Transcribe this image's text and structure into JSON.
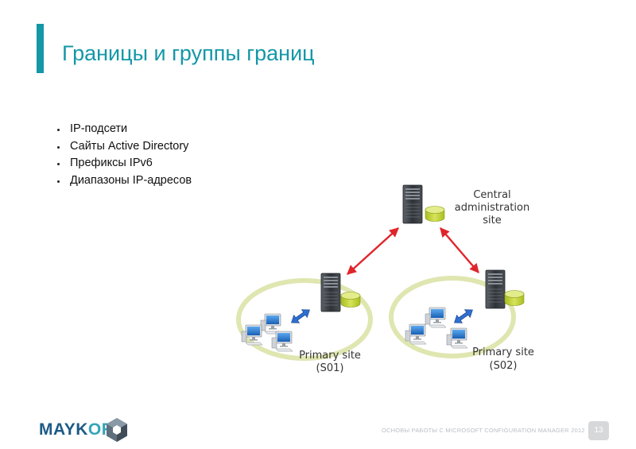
{
  "slide": {
    "title": "Границы и группы границ",
    "bullets": [
      "IP-подсети",
      "Сайты Active Directory",
      "Префиксы IPv6",
      "Диапазоны IP-адресов"
    ],
    "page_number": "13",
    "footer_text": "ОСНОВЫ РАБОТЫ С MICROSOFT CONFIGURATION MANAGER 2012"
  },
  "brand": {
    "name_part1": "MAYK",
    "name_part2": "OR",
    "accent_color": "#1497a8"
  },
  "diagram": {
    "central": {
      "line1": "Central",
      "line2": "administration",
      "line3": "site"
    },
    "primary1": {
      "line1": "Primary site",
      "line2": "(S01)"
    },
    "primary2": {
      "line1": "Primary site",
      "line2": "(S02)"
    },
    "colors": {
      "link_arrow": "#e0242a",
      "site_ring": "#dfe6b0",
      "server": "#3a3f45",
      "database": "#c7d63a",
      "lan_arrow": "#1f5fb8"
    },
    "icons": [
      "server-icon",
      "database-icon",
      "workstation-icon",
      "network-arrow-icon"
    ]
  }
}
